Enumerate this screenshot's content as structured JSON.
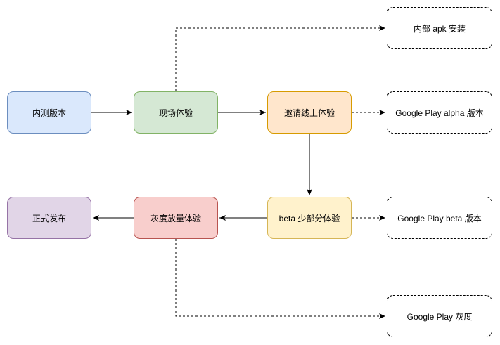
{
  "nodes": {
    "internal_test": "内测版本",
    "onsite_experience": "现场体验",
    "invite_online": "邀请线上体验",
    "beta_partial": "beta 少部分体验",
    "gray_release": "灰度放量体验",
    "official_release": "正式发布",
    "internal_apk": "内部 apk 安装",
    "gp_alpha": "Google Play alpha 版本",
    "gp_beta": "Google Play beta 版本",
    "gp_gray": "Google Play 灰度"
  },
  "colors": {
    "line": "#000000",
    "blue_fill": "#dae8fc",
    "green_fill": "#d5e8d4",
    "orange_fill": "#ffe6cc",
    "yellow_fill": "#fff2cc",
    "red_fill": "#f8cecc",
    "purple_fill": "#e1d5e7"
  }
}
